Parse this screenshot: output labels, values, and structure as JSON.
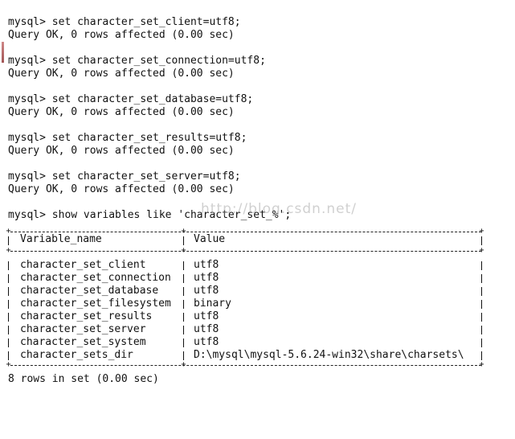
{
  "console": {
    "lines": [
      "mysql> set character_set_client=utf8;",
      "Query OK, 0 rows affected (0.00 sec)",
      "",
      "mysql> set character_set_connection=utf8;",
      "Query OK, 0 rows affected (0.00 sec)",
      "",
      "mysql> set character_set_database=utf8;",
      "Query OK, 0 rows affected (0.00 sec)",
      "",
      "mysql> set character_set_results=utf8;",
      "Query OK, 0 rows affected (0.00 sec)",
      "",
      "mysql> set character_set_server=utf8;",
      "Query OK, 0 rows affected (0.00 sec)",
      "",
      "mysql> show variables like 'character_set_%';"
    ],
    "footer": "8 rows in set (0.00 sec)"
  },
  "table": {
    "headers": [
      "Variable_name",
      "Value"
    ],
    "rows": [
      [
        "character_set_client",
        "utf8"
      ],
      [
        "character_set_connection",
        "utf8"
      ],
      [
        "character_set_database",
        "utf8"
      ],
      [
        "character_set_filesystem",
        "binary"
      ],
      [
        "character_set_results",
        "utf8"
      ],
      [
        "character_set_server",
        "utf8"
      ],
      [
        "character_set_system",
        "utf8"
      ],
      [
        "character_sets_dir",
        "D:\\mysql\\mysql-5.6.24-win32\\share\\charsets\\"
      ]
    ]
  },
  "watermark": "http://blog.csdn.net/"
}
